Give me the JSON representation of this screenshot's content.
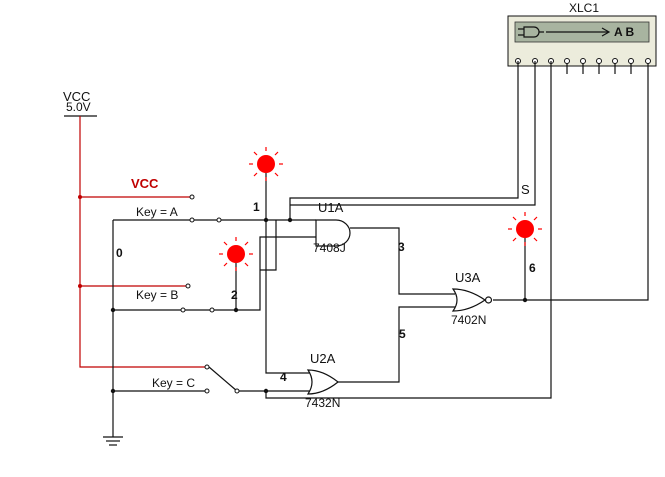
{
  "analyzer": {
    "ref": "XLC1",
    "display": "A B"
  },
  "power": {
    "name": "VCC",
    "voltage": "5.0V",
    "net_label": "VCC"
  },
  "keys": [
    {
      "label": "Key = A"
    },
    {
      "label": "Key = B"
    },
    {
      "label": "Key = C"
    }
  ],
  "gates": [
    {
      "ref": "U1A",
      "part": "7408J"
    },
    {
      "ref": "U2A",
      "part": "7432N"
    },
    {
      "ref": "U3A",
      "part": "7402N"
    }
  ],
  "nodes": [
    "0",
    "1",
    "2",
    "3",
    "4",
    "5",
    "6",
    "S"
  ],
  "colors": {
    "wire": "#111111",
    "power_wire": "#c00000",
    "probe": "#ff0000"
  }
}
